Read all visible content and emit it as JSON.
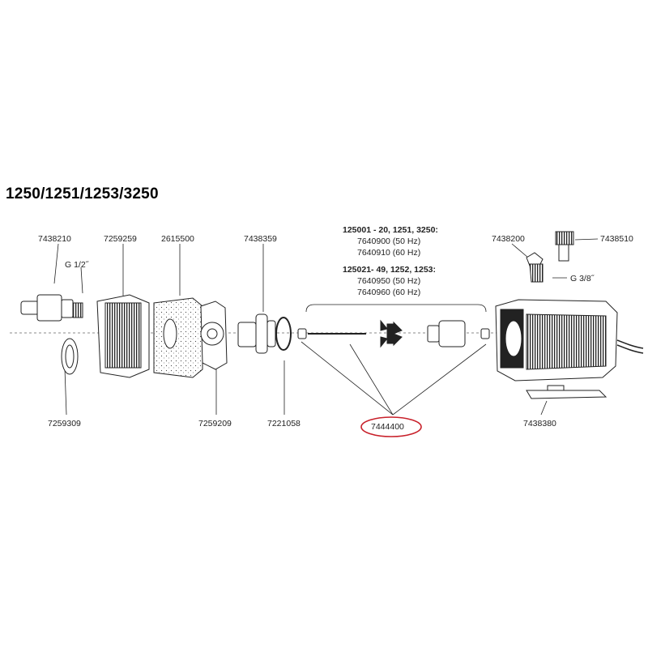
{
  "title": "1250/1251/1253/3250",
  "parts": {
    "p7438210": "7438210",
    "p7259259": "7259259",
    "p2615500": "2615500",
    "p7438359": "7438359",
    "p7438200": "7438200",
    "p7438510": "7438510",
    "p7259309": "7259309",
    "p7259209": "7259209",
    "p7221058": "7221058",
    "p7444400": "7444400",
    "p7438380": "7438380"
  },
  "threads": {
    "g12": "G 1/2˝",
    "g38": "G 3/8˝"
  },
  "motor_groups": {
    "group1_header": "125001 - 20, 1251, 3250:",
    "group1_line1": "7640900 (50 Hz)",
    "group1_line2": "7640910 (60 Hz)",
    "group2_header": "125021- 49, 1252, 1253:",
    "group2_line1": "7640950 (50 Hz)",
    "group2_line2": "7640960 (60 Hz)"
  },
  "highlight_color": "#c8202a"
}
